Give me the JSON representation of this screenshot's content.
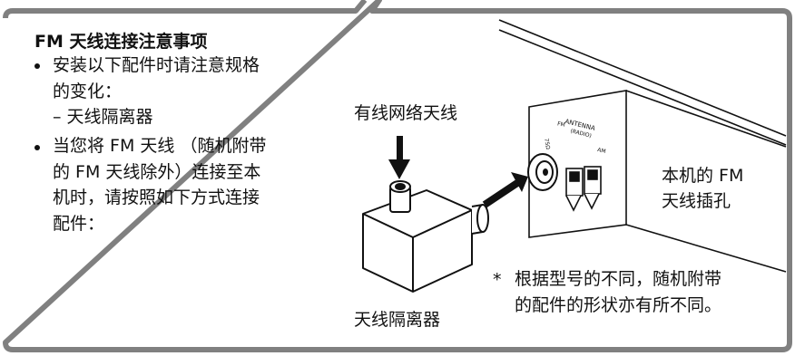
{
  "notice": {
    "title": "FM 天线连接注意事项",
    "bullet1": {
      "line1": "安装以下配件时请注意规格",
      "line2": "的变化：",
      "sub_item": "– 天线隔离器"
    },
    "bullet2": {
      "line1": "当您将 FM 天线 （随机附带",
      "line2": "的 FM 天线除外）连接至本",
      "line3": "机时，请按照如下方式连接",
      "line4": "配件："
    }
  },
  "illustration": {
    "cable_label": "有线网络天线",
    "isolator_label": "天线隔离器",
    "jack_label_line1": "本机的 FM",
    "jack_label_line2": "天线插孔",
    "panel_heading": "ANTENNA",
    "panel_sub": "(RADIO)",
    "panel_fm": "FM",
    "panel_ohm": "75Ω",
    "panel_am": "AM"
  },
  "footnote": {
    "marker": "*",
    "line1": "根据型号的不同，随机附带",
    "line2": "的配件的形状亦有所不同。"
  },
  "colors": {
    "frame": "#808080",
    "ink": "#111111"
  }
}
